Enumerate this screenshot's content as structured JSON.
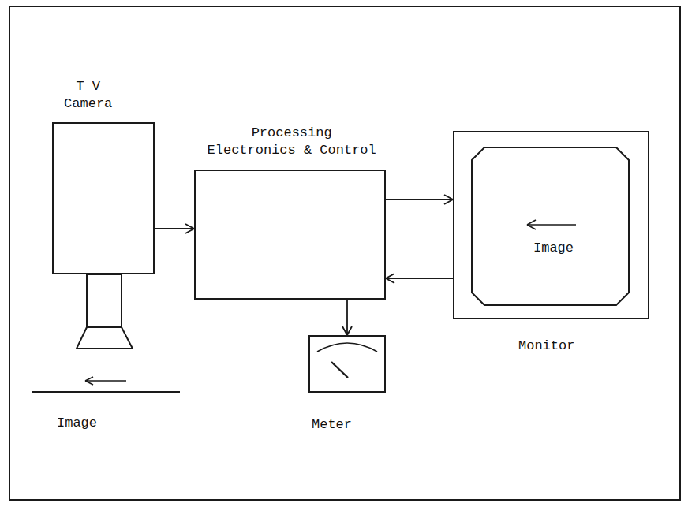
{
  "diagram": {
    "nodes": [
      {
        "text": [
          "T V Camera"
        ]
      },
      {
        "text": [
          "Processing Electronics & Control"
        ]
      },
      {
        "text": [
          "Monitor"
        ]
      },
      {
        "text": [
          "Image"
        ],
        "in": 2
      },
      {
        "text": [
          "Meter"
        ]
      }
    ],
    "edges": [
      {
        "from": 0,
        "to": 1,
        "arrow": "to"
      },
      {
        "from": 1,
        "to": 2,
        "arrow": "to"
      },
      {
        "from": 2,
        "to": 1,
        "arrow": "to"
      },
      {
        "from": 1,
        "to": 4,
        "arrow": "to"
      }
    ],
    "labels": [
      "Image"
    ]
  }
}
